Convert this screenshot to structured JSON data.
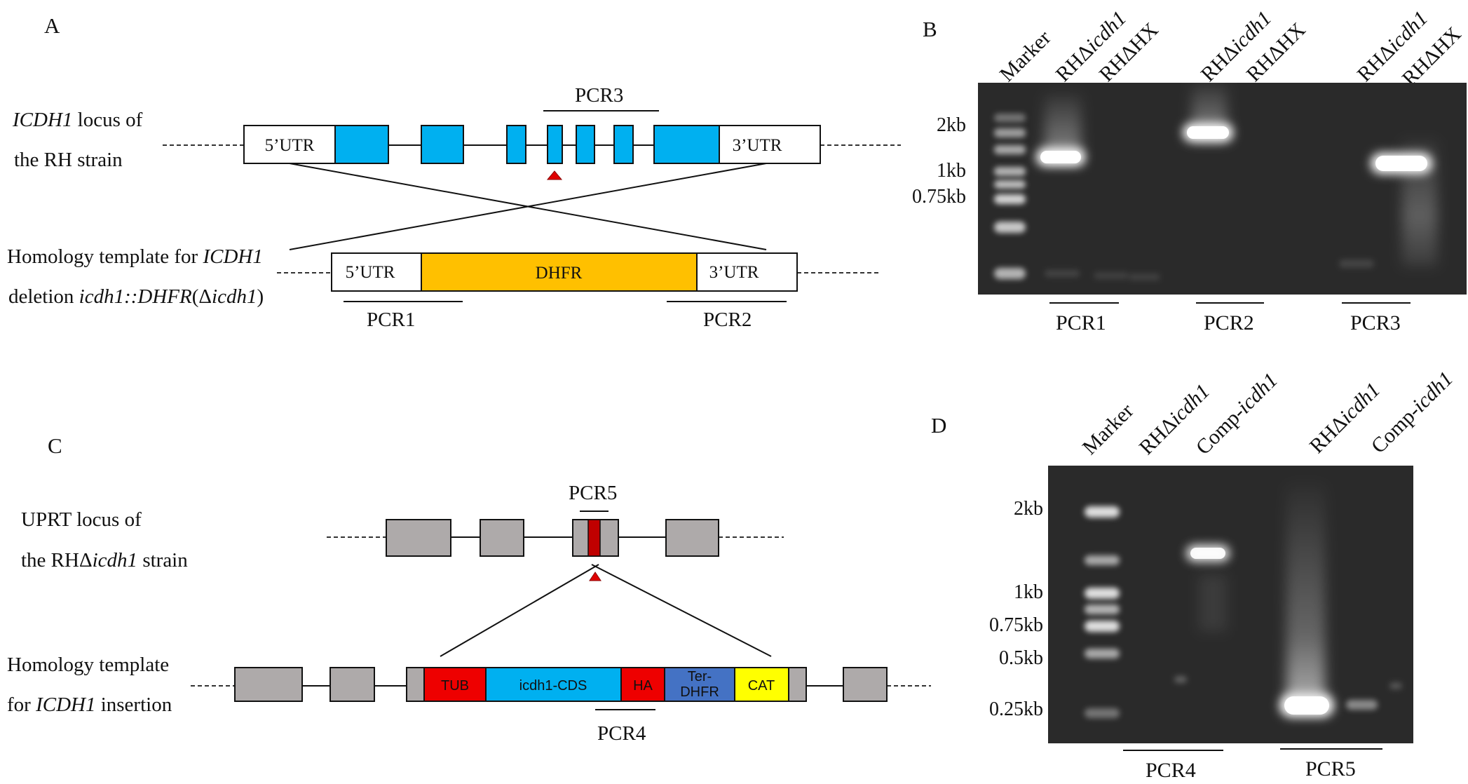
{
  "colors": {
    "exon_blue": "#00b0f0",
    "dhfr_orange": "#ffc000",
    "tub_red": "#ee0000",
    "ha_red": "#ee0000",
    "cds_blue": "#00b0f0",
    "terdhfr_blue": "#4472c4",
    "cat_yellow": "#ffff00",
    "uprt_gray": "#aeaaaa",
    "uprt_insert_red": "#c00000",
    "triangle_red": "#e00000",
    "gel_background": "#2a2a2a",
    "band": "#ffffff"
  },
  "panelA": {
    "label": "A",
    "locus_label_italic": "ICDH1",
    "locus_label_rest": " locus of",
    "locus_label_line2": "the RH strain",
    "pcr3_label": "PCR3",
    "utr5": "5’UTR",
    "utr3": "3’UTR",
    "template_label_prefix": "Homology template for ",
    "template_label_italic": "ICDH1",
    "template_line2_prefix": "deletion ",
    "template_line2_italic": "icdh1::DHFR",
    "template_line2_paren_open": "(Δ",
    "template_line2_italic2": "icdh1",
    "template_line2_paren_close": ")",
    "dhfr": "DHFR",
    "pcr1_label": "PCR1",
    "pcr2_label": "PCR2"
  },
  "panelB": {
    "label": "B",
    "lanes": [
      {
        "pre": "Marker",
        "ital": ""
      },
      {
        "pre": "RHΔ",
        "ital": "icdh1"
      },
      {
        "pre": "RHΔHX",
        "ital": ""
      },
      {
        "pre": "RHΔ",
        "ital": "icdh1"
      },
      {
        "pre": "RHΔHX",
        "ital": ""
      },
      {
        "pre": "RHΔ",
        "ital": "icdh1"
      },
      {
        "pre": "RHΔHX",
        "ital": ""
      }
    ],
    "size_labels": [
      "2kb",
      "1kb",
      "0.75kb"
    ],
    "pcr_labels": [
      "PCR1",
      "PCR2",
      "PCR3"
    ]
  },
  "panelC": {
    "label": "C",
    "locus_line1": "UPRT  locus of",
    "locus_line2_prefix": "the RHΔ",
    "locus_line2_italic": "icdh1",
    "locus_line2_suffix": " strain",
    "pcr5_label": "PCR5",
    "template_line1": "Homology template",
    "template_line2_prefix": "for ",
    "template_line2_italic": "ICDH1",
    "template_line2_suffix": " insertion",
    "tub": "TUB",
    "cds": "icdh1-CDS",
    "ha": "HA",
    "ter_line1": "Ter-",
    "ter_line2": "DHFR",
    "cat": "CAT",
    "pcr4_label": "PCR4"
  },
  "panelD": {
    "label": "D",
    "lanes": [
      {
        "pre": "Marker",
        "ital": ""
      },
      {
        "pre": "RHΔ",
        "ital": "icdh1"
      },
      {
        "pre": "Comp-",
        "ital": "icdh1"
      },
      {
        "pre": "RHΔ",
        "ital": "icdh1"
      },
      {
        "pre": "Comp-",
        "ital": "icdh1"
      }
    ],
    "size_labels": [
      "2kb",
      "1kb",
      "0.75kb",
      "0.5kb",
      "0.25kb"
    ],
    "pcr_labels": [
      "PCR4",
      "PCR5"
    ]
  }
}
